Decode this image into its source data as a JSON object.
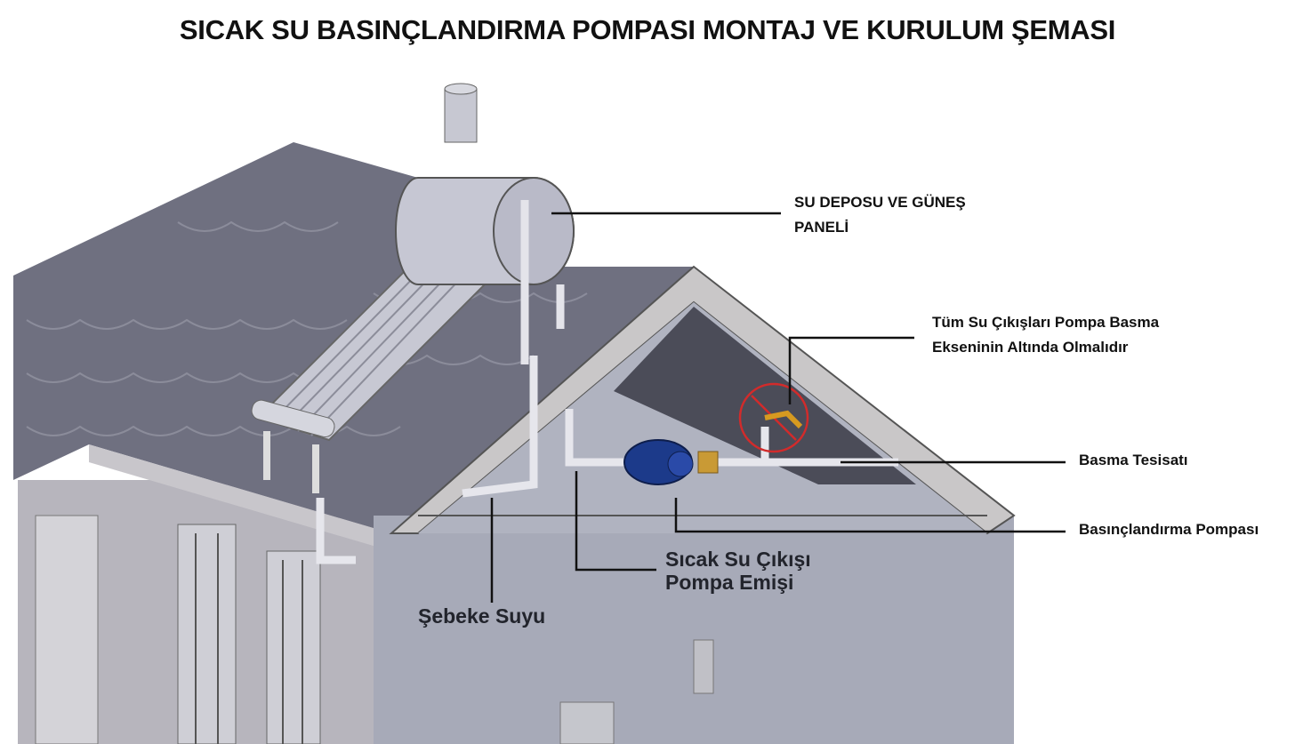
{
  "title": "SICAK SU BASINÇLANDIRMA POMPASI MONTAJ VE KURULUM ŞEMASI",
  "labels": {
    "tank": [
      "SU DEPOSU VE GÜNEŞ",
      "PANELİ"
    ],
    "outlets": [
      "Tüm Su Çıkışları Pompa Basma",
      "Ekseninin Altında Olmalıdır"
    ],
    "discharge": "Basma Tesisatı",
    "pump": "Basınçlandırma Pompası",
    "hot_outlet": [
      "Sıcak Su Çıkışı",
      "Pompa Emişi"
    ],
    "mains": "Şebeke Suyu"
  },
  "colors": {
    "roof": "#6f7080",
    "wall": "#a7aab8",
    "trim": "#c9c7c8",
    "attic": "#4b4c58",
    "pump": "#1c3a8a",
    "warning": "#d22b2b"
  }
}
